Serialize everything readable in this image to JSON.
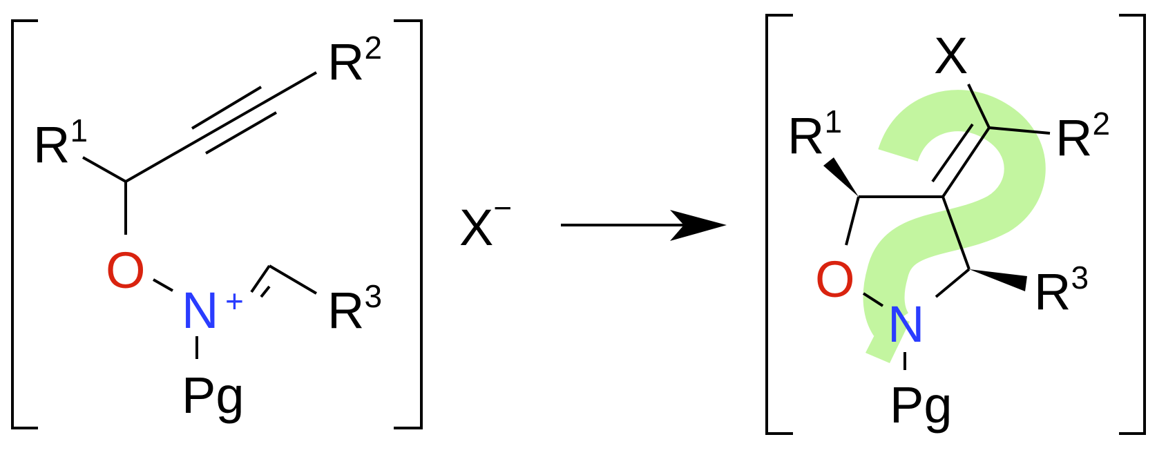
{
  "colors": {
    "oxygen": "#d9230f",
    "nitrogen": "#2a3cff",
    "bond": "#000000",
    "question_mark": "#c3f5a0"
  },
  "reactant": {
    "r1_base": "R",
    "r1_sup": "1",
    "r2_base": "R",
    "r2_sup": "2",
    "r3_base": "R",
    "r3_sup": "3",
    "oxygen": "O",
    "nitrogen": "N",
    "charge": "+",
    "protecting_group": "Pg"
  },
  "reagent": {
    "base": "X",
    "charge": "−"
  },
  "product": {
    "x": "X",
    "r1_base": "R",
    "r1_sup": "1",
    "r2_base": "R",
    "r2_sup": "2",
    "r3_base": "R",
    "r3_sup": "3",
    "oxygen": "O",
    "nitrogen": "N",
    "protecting_group": "Pg"
  },
  "question_mark_icon": "question-mark"
}
